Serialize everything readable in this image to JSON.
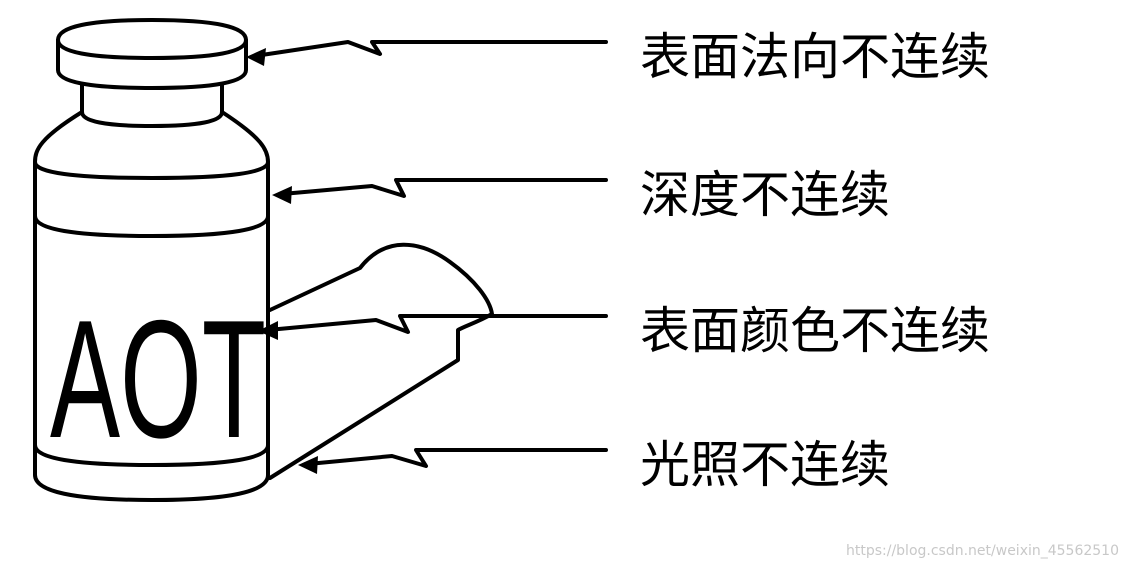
{
  "labels": [
    {
      "id": "surface-normal",
      "text": "表面法向不连续"
    },
    {
      "id": "depth",
      "text": "深度不连续"
    },
    {
      "id": "surface-color",
      "text": "表面颜色不连续"
    },
    {
      "id": "illumination",
      "text": "光照不连续"
    }
  ],
  "bottle": {
    "label": "AOT"
  },
  "watermark": "https://blog.csdn.net/weixin_45562510",
  "colors": {
    "ink": "#000000",
    "background": "#ffffff",
    "watermark": "#c8c8c8"
  }
}
